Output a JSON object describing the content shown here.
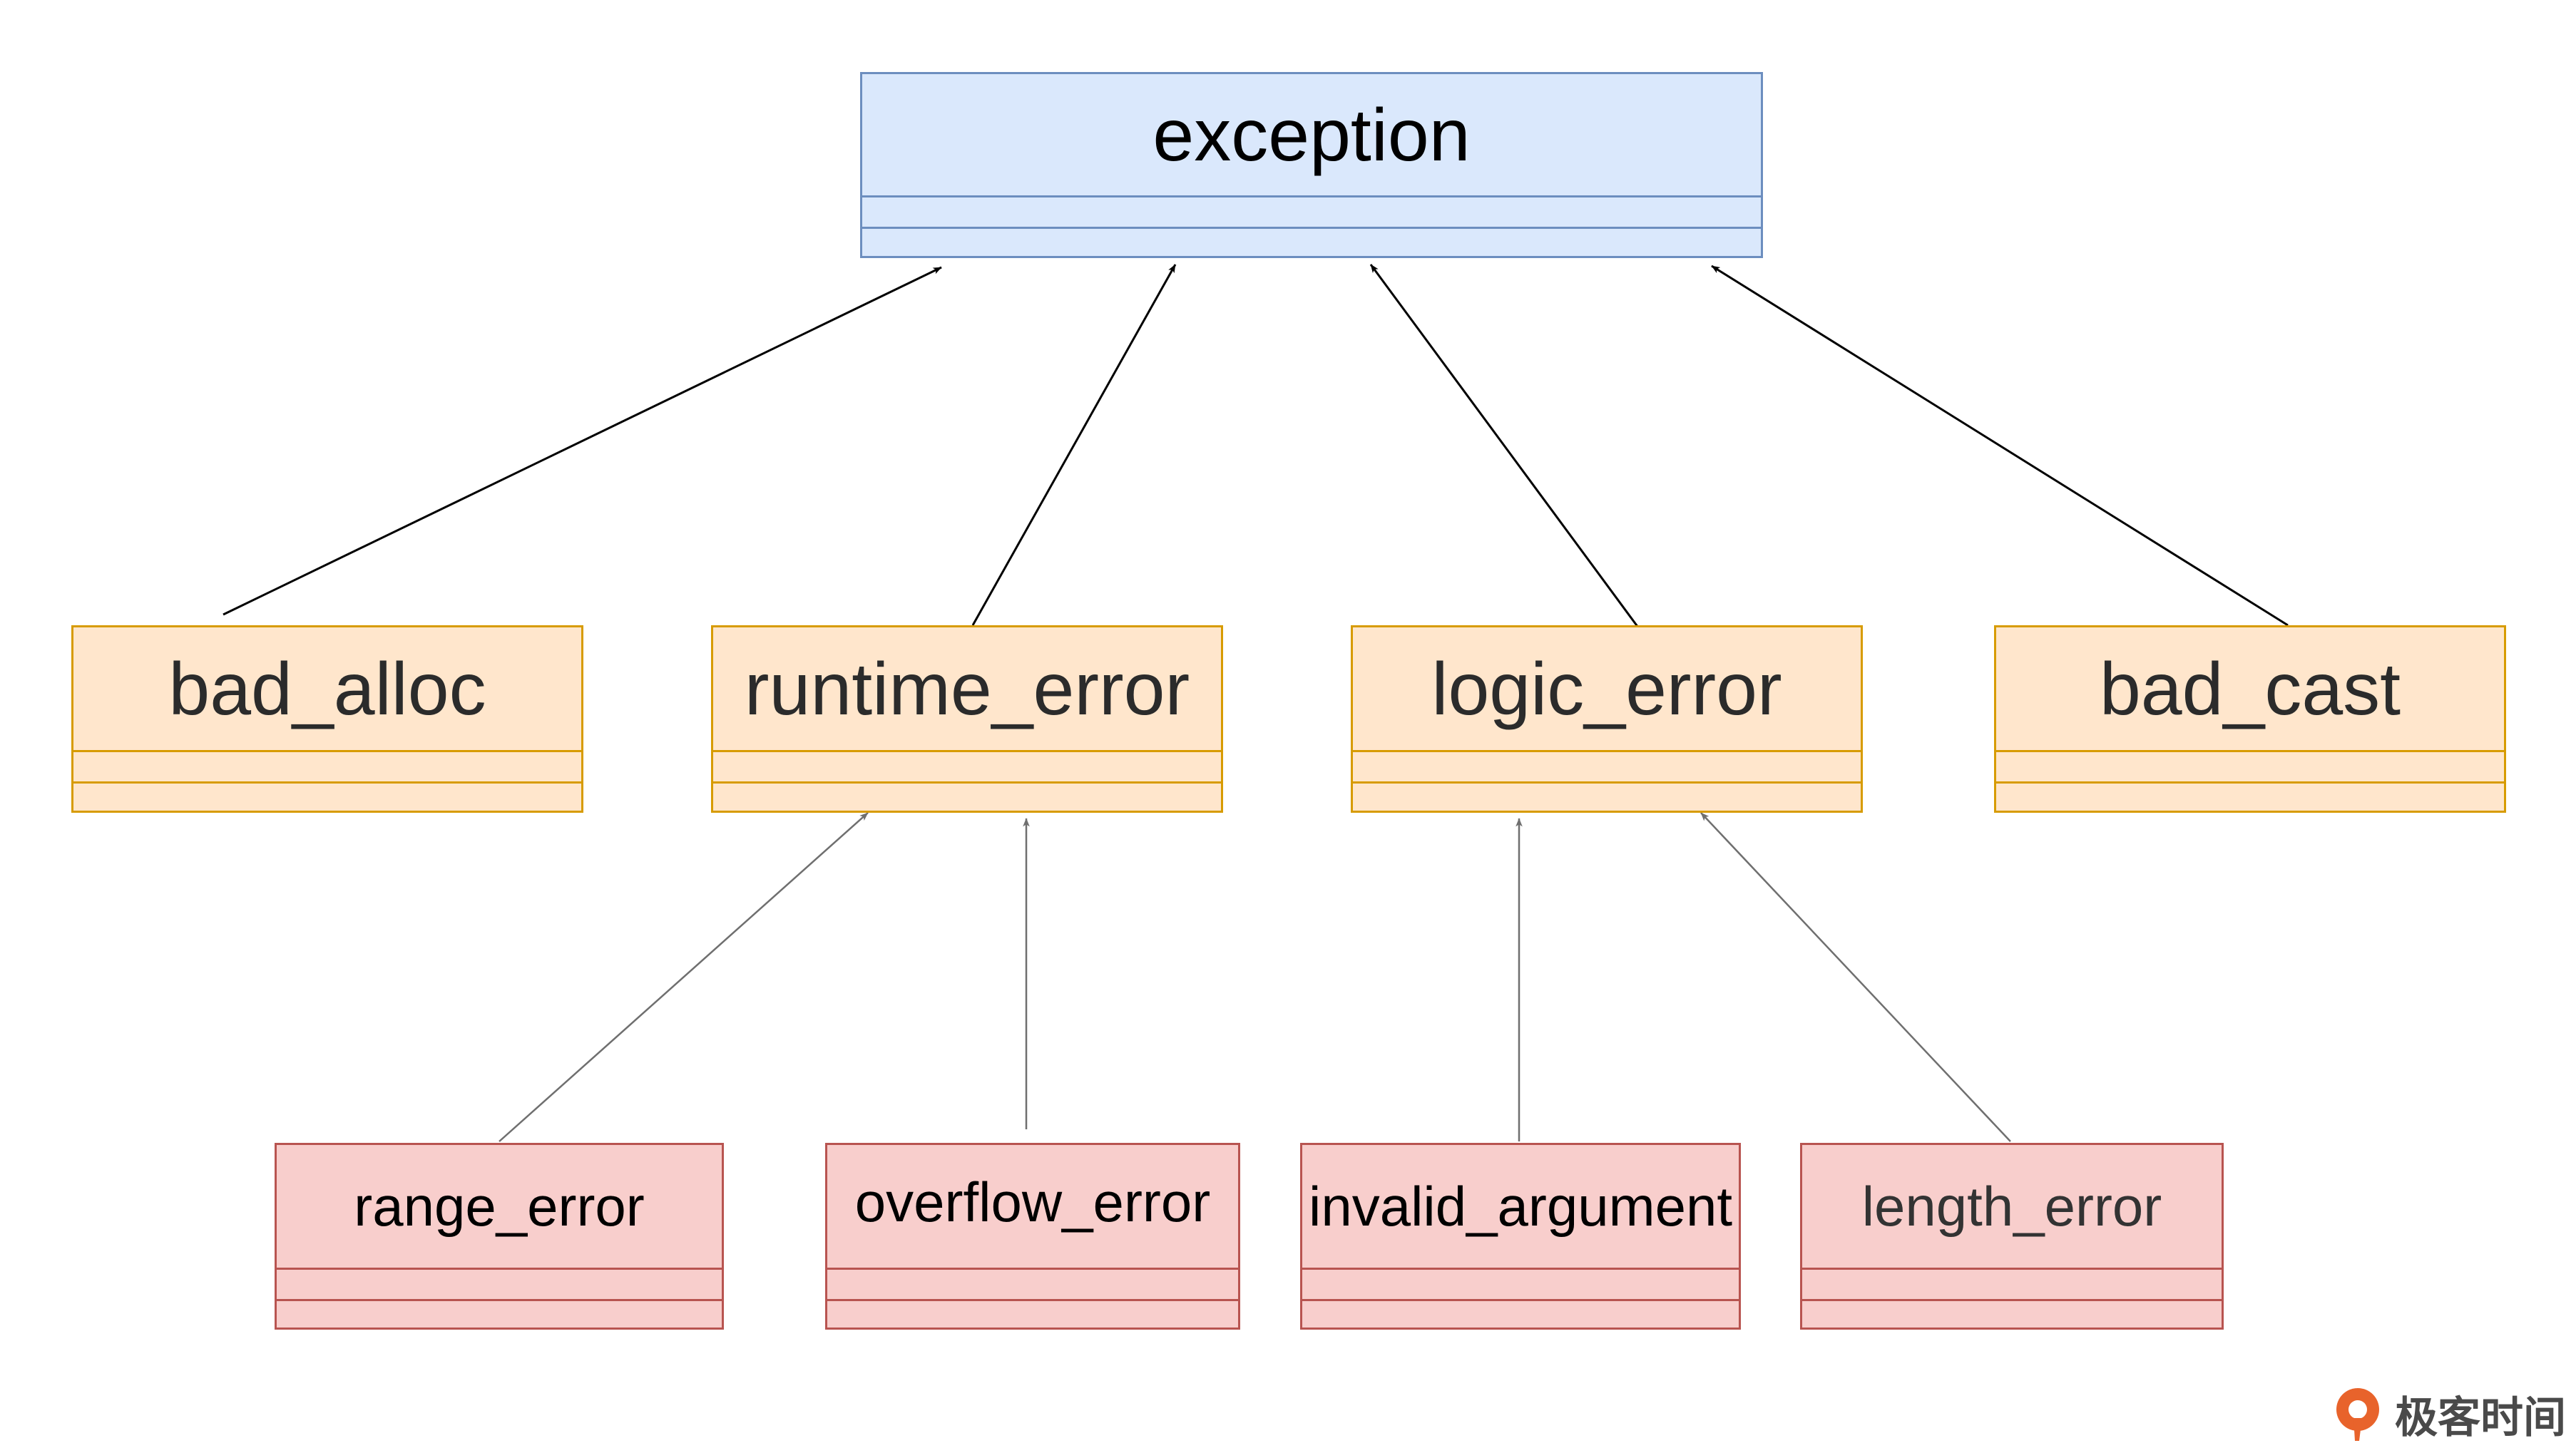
{
  "diagram": {
    "root": {
      "name": "exception"
    },
    "level1": [
      {
        "name": "bad_alloc"
      },
      {
        "name": "runtime_error"
      },
      {
        "name": "logic_error"
      },
      {
        "name": "bad_cast"
      }
    ],
    "level2": [
      {
        "name": "range_error",
        "parent": "runtime_error"
      },
      {
        "name": "overflow_error",
        "parent": "runtime_error"
      },
      {
        "name": "invalid_argument",
        "parent": "logic_error"
      },
      {
        "name": "length_error",
        "parent": "logic_error"
      }
    ],
    "relations": [
      {
        "from": "bad_alloc",
        "to": "exception"
      },
      {
        "from": "runtime_error",
        "to": "exception"
      },
      {
        "from": "logic_error",
        "to": "exception"
      },
      {
        "from": "bad_cast",
        "to": "exception"
      },
      {
        "from": "range_error",
        "to": "runtime_error"
      },
      {
        "from": "overflow_error",
        "to": "runtime_error"
      },
      {
        "from": "invalid_argument",
        "to": "logic_error"
      },
      {
        "from": "length_error",
        "to": "logic_error"
      }
    ],
    "colors": {
      "root_fill": "#dae8fc",
      "root_stroke": "#6c8ebf",
      "level1_fill": "#ffe6cc",
      "level1_stroke": "#d79b00",
      "level2_fill": "#f8cecc",
      "level2_stroke": "#b85450",
      "arrow_primary": "#000000",
      "arrow_secondary": "#6f6f6f"
    }
  },
  "watermark": {
    "text": "极客时间",
    "icon": "geektime-logo-icon",
    "color": "#e8632b"
  }
}
